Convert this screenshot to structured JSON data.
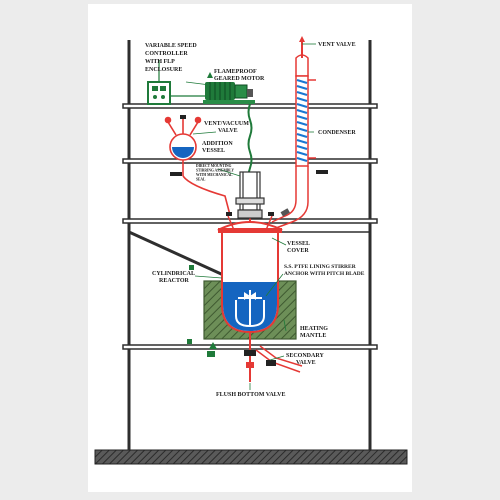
{
  "labels": {
    "speed_controller": [
      "VARIABLE SPEED",
      "CONTROLLER",
      "WITH FLP",
      "ENCLOSURE"
    ],
    "motor": [
      "FLAMEPROOF",
      "GEARED MOTOR"
    ],
    "vent_valve": "VENT VALVE",
    "vent_vacuum_valve": [
      "VENT/VACUUM",
      "VALVE"
    ],
    "addition_vessel": [
      "ADDITION",
      "VESSEL"
    ],
    "condenser": "CONDENSER",
    "stirring_assembly": [
      "DIRECT MOUNTING",
      "STIRRING ASSEMBLY",
      "WITH MECHANICAL",
      "SEAL"
    ],
    "vessel_cover": [
      "VESSEL",
      "COVER"
    ],
    "stirrer": [
      "S.S. PTFE LINING STIRRER",
      "ANCHOR WITH PITCH BLADE"
    ],
    "cylindrical_reactor": [
      "CYLINDRICAL",
      "REACTOR"
    ],
    "heating_mantle": [
      "HEATING",
      "MANTLE"
    ],
    "secondary_valve": [
      "SECONDARY",
      "VALVE"
    ],
    "flush_bottom_valve": "FLUSH BOTTOM VALVE"
  },
  "colors": {
    "frame": "#2e2e2e",
    "glass": "#e53935",
    "liquid": "#1565c0",
    "motor": "#1f7a3a",
    "mantle": "#5c7d4a",
    "coil": "#1976d2"
  }
}
